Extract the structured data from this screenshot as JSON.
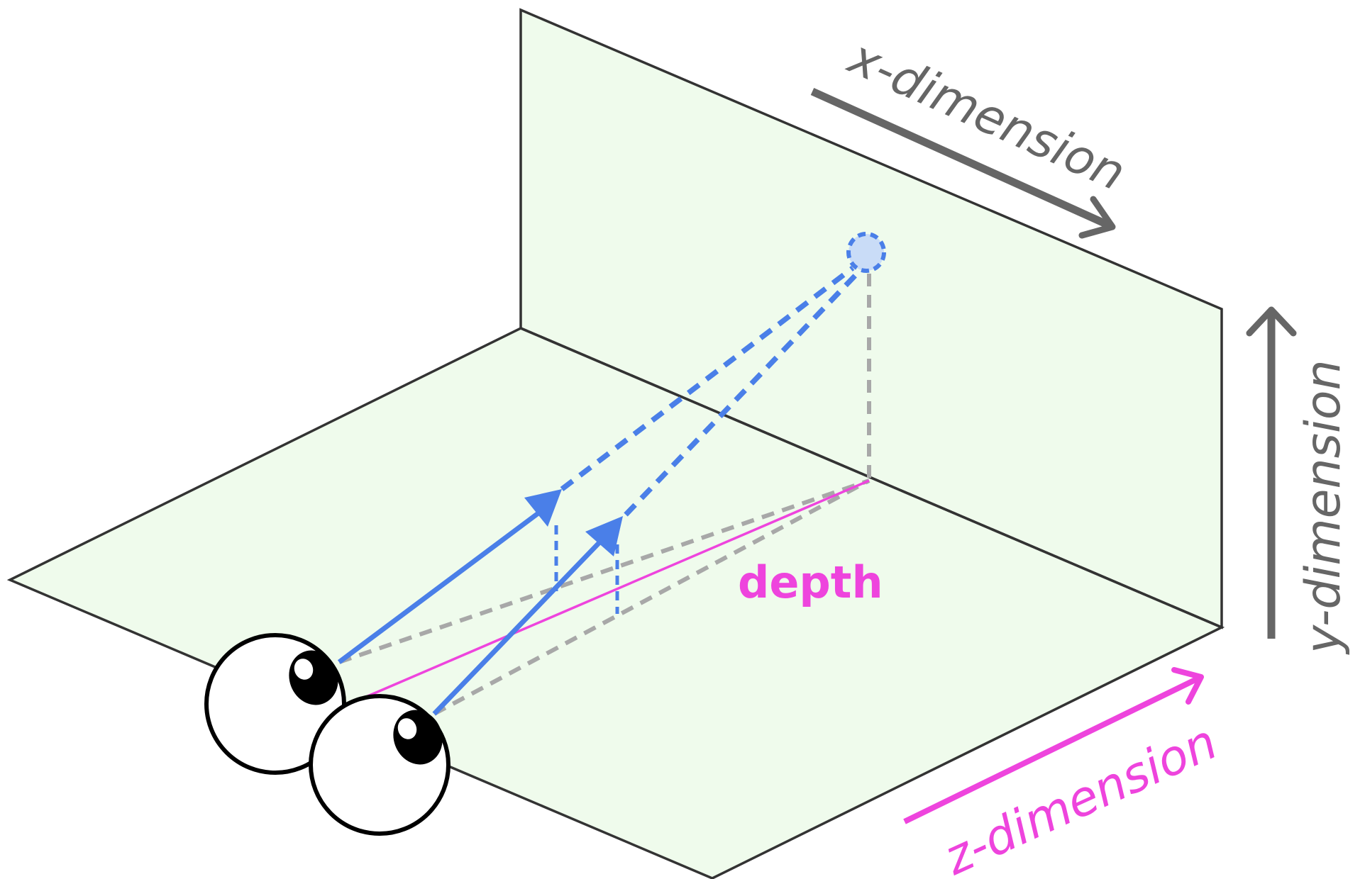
{
  "labels": {
    "x_axis": "x-dimension",
    "y_axis": "y-dimension",
    "z_axis": "z-dimension",
    "depth": "depth"
  },
  "colors": {
    "plane_fill": "#effbec",
    "outline": "#333333",
    "axis_gray": "#666666",
    "accent_pink": "#ee44dd",
    "ray_blue": "#4a7fe8",
    "projection_gray": "#a8a8a8",
    "target_fill": "#c9dcf7"
  },
  "icons": {
    "eye": "eye-icon",
    "target": "target-point-icon"
  }
}
